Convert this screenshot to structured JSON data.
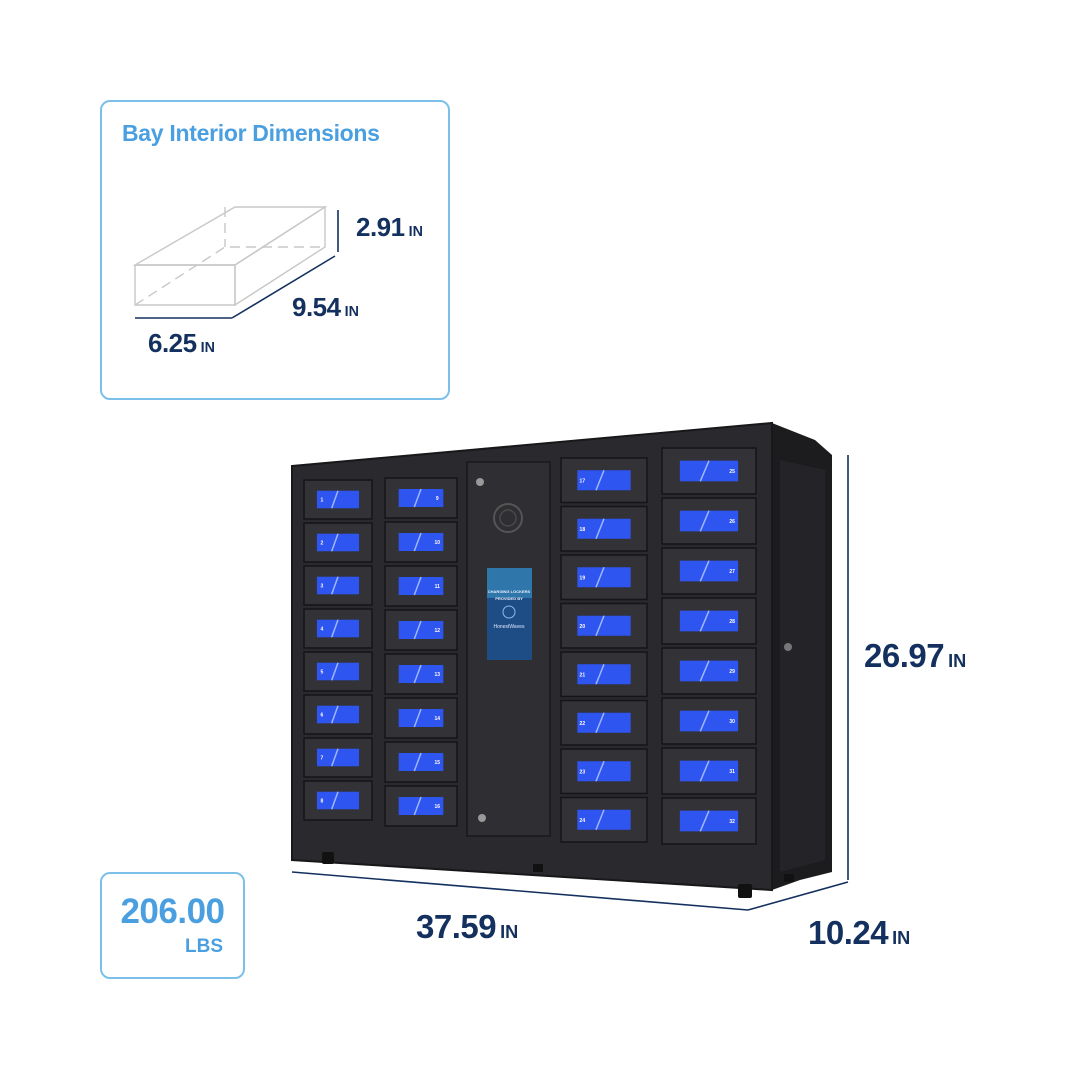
{
  "bay": {
    "title": "Bay Interior Dimensions",
    "height": "2.91",
    "height_unit": "IN",
    "depth": "9.54",
    "depth_unit": "IN",
    "width": "6.25",
    "width_unit": "IN"
  },
  "locker": {
    "height": "26.97",
    "height_unit": "IN",
    "width": "37.59",
    "width_unit": "IN",
    "depth": "10.24",
    "depth_unit": "IN",
    "screen_text": [
      "CHARGING LOCKERS",
      "PROVIDED BY",
      "HonestWaves"
    ],
    "doors_col1": [
      "1",
      "2",
      "3",
      "4",
      "5",
      "6",
      "7",
      "8"
    ],
    "doors_col2": [
      "9",
      "10",
      "11",
      "12",
      "13",
      "14",
      "15",
      "16"
    ],
    "doors_col4": [
      "17",
      "18",
      "19",
      "20",
      "21",
      "22",
      "23",
      "24"
    ],
    "doors_col5": [
      "25",
      "26",
      "27",
      "28",
      "29",
      "30",
      "31",
      "32"
    ]
  },
  "weight": {
    "value": "206.00",
    "unit": "LBS"
  },
  "colors": {
    "accent": "#4a9fe0",
    "navy": "#13305e",
    "panel_blue": "#2f55f0",
    "cabinet": "#26262a"
  }
}
